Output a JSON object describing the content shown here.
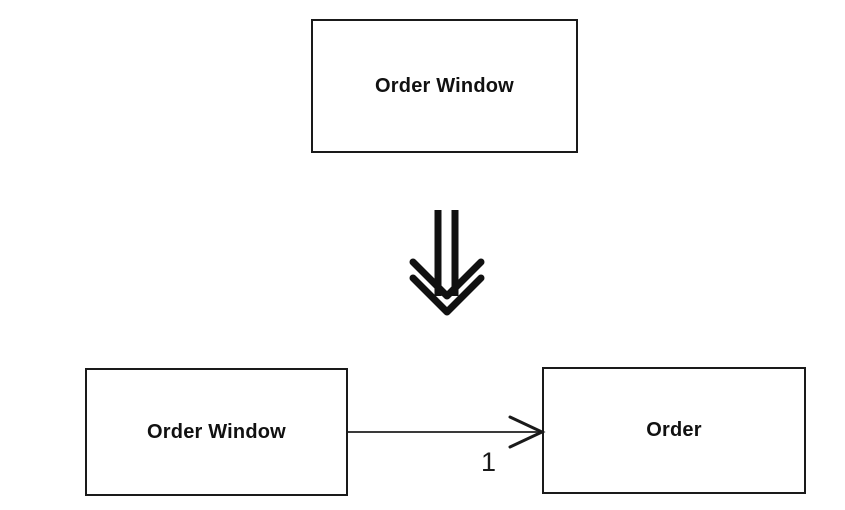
{
  "diagram": {
    "type": "uml-refinement-diagram",
    "background_color": "#ffffff",
    "stroke_color": "#1a1a1a",
    "text_color": "#111111",
    "nodes": [
      {
        "id": "top-box",
        "label": "Order Window",
        "role": "abstract-class-before-refinement"
      },
      {
        "id": "left-box",
        "label": "Order Window",
        "role": "refined-class-source"
      },
      {
        "id": "right-box",
        "label": "Order",
        "role": "refined-class-target"
      }
    ],
    "connectors": [
      {
        "id": "refine-arrow",
        "kind": "double-chevron-down-arrow",
        "icon": "refinement-arrow-icon",
        "direction": "down",
        "label": ""
      },
      {
        "id": "assoc-connector",
        "kind": "association-line-with-open-arrowhead",
        "icon": "arrow-right-icon",
        "direction": "right",
        "label": "1"
      }
    ]
  }
}
